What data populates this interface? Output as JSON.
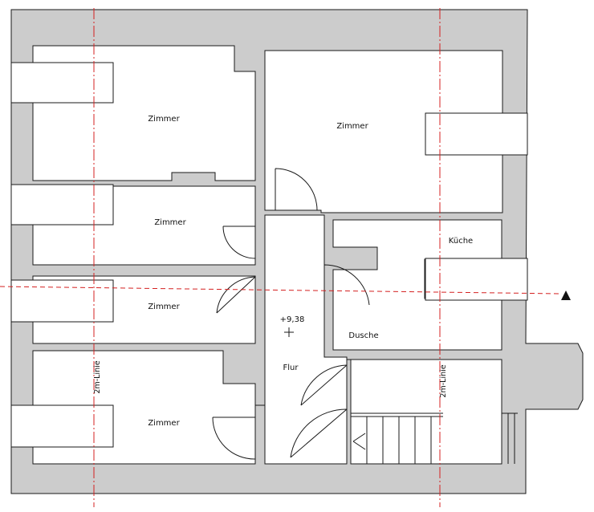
{
  "rooms": [
    {
      "id": "zimmer-1",
      "label": "Zimmer"
    },
    {
      "id": "zimmer-2",
      "label": "Zimmer"
    },
    {
      "id": "zimmer-3",
      "label": "Zimmer"
    },
    {
      "id": "zimmer-4",
      "label": "Zimmer"
    },
    {
      "id": "zimmer-5",
      "label": "Zimmer"
    },
    {
      "id": "kueche",
      "label": "Küche"
    },
    {
      "id": "dusche",
      "label": "Dusche"
    },
    {
      "id": "flur",
      "label": "Flur"
    }
  ],
  "elevation": "+9,38",
  "two_m_lines": [
    "2m-Linie",
    "2m-Linie"
  ],
  "colors": {
    "wall": "#cccccc",
    "line": "#1a1a1a",
    "axis_red": "#d42020",
    "section_red": "#d42020"
  }
}
